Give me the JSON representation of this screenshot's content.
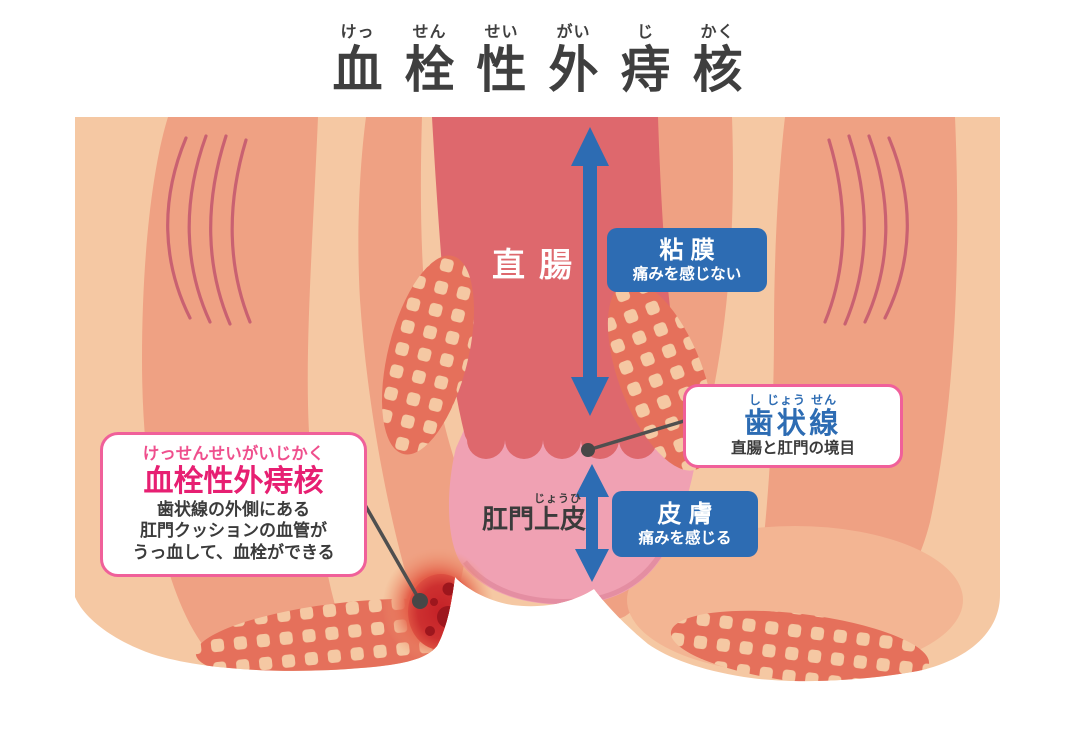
{
  "title": {
    "chars": [
      {
        "kanji": "血",
        "furigana": "けっ"
      },
      {
        "kanji": "栓",
        "furigana": "せん"
      },
      {
        "kanji": "性",
        "furigana": "せい"
      },
      {
        "kanji": "外",
        "furigana": "がい"
      },
      {
        "kanji": "痔",
        "furigana": "じ"
      },
      {
        "kanji": "核",
        "furigana": "かく"
      }
    ]
  },
  "diagram": {
    "rectum_label": "直腸",
    "mucosa_box": {
      "title": "粘膜",
      "subtitle": "痛みを感じない"
    },
    "dentate_callout": {
      "furigana": "し じょう せん",
      "title": "歯状線",
      "subtitle": "直腸と肛門の境目"
    },
    "skin_box": {
      "title": "皮膚",
      "subtitle": "痛みを感じる"
    },
    "anal_epithelium": {
      "furigana": "じょうひ",
      "label": "肛門上皮"
    },
    "hemorrhoid_callout": {
      "furigana": "けっせんせいがいじかく",
      "title": "血栓性外痔核",
      "lines": [
        "歯状線の外側にある",
        "肛門クッションの血管が",
        "うっ血して、血栓ができる"
      ]
    }
  },
  "colors": {
    "accent_blue": "#2d6cb3",
    "callout_border_pink": "#f0609a",
    "highlight_magenta": "#e71f72",
    "rectum_red": "#de686d",
    "anal_canal_pink": "#f0a1b3",
    "skin_light": "#f5c8a3",
    "tissue_salmon": "#efa183",
    "mesh_salmon": "#e5705b",
    "text_dark": "#3f3f3f"
  }
}
